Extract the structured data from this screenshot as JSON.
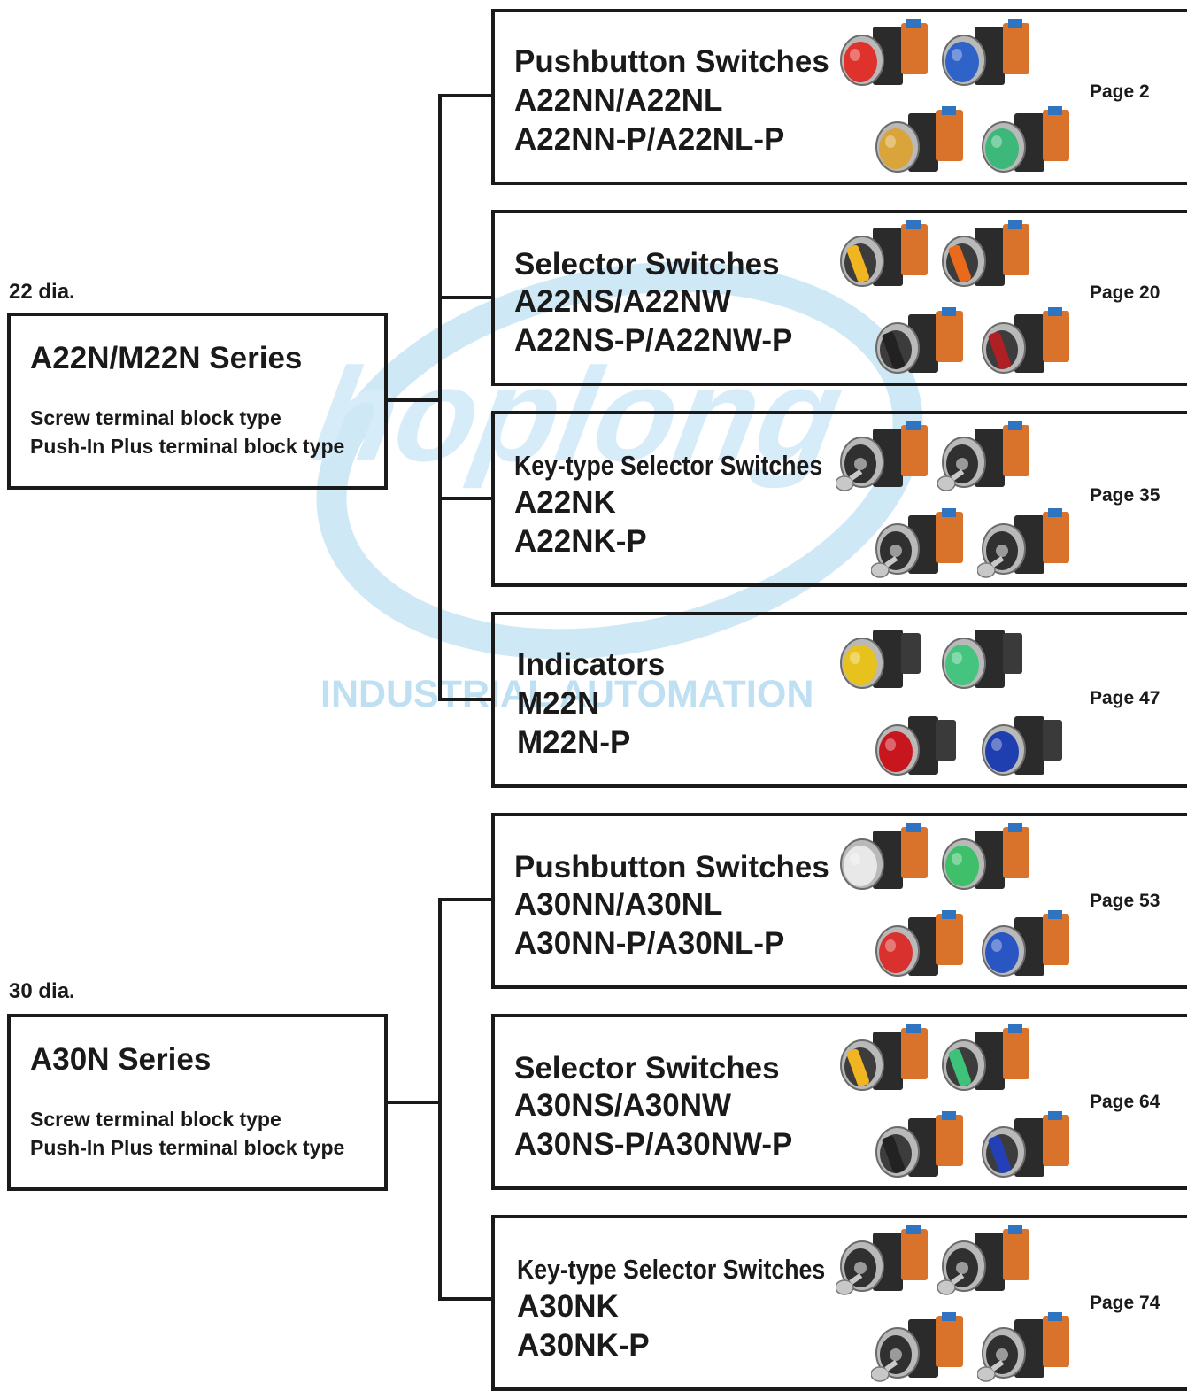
{
  "watermark": {
    "logo": "hoplong",
    "tagline": "INDUSTRIAL AUTOMATION"
  },
  "groups": [
    {
      "dia_label": "22 dia.",
      "series": {
        "title": "A22N/M22N Series",
        "line1": "Screw terminal block type",
        "line2": "Push-In Plus terminal block type"
      },
      "products": [
        {
          "name": "Pushbutton Switches",
          "model1": "A22NN/A22NL",
          "model2": "A22NN-P/A22NL-P",
          "page": "Page 2",
          "images": [
            "pushbutton-red-icon",
            "pushbutton-blue-icon",
            "pushbutton-yellow-icon",
            "pushbutton-green-icon"
          ],
          "colors": [
            "#e0322c",
            "#2f63c8",
            "#d9a53a",
            "#3db87a"
          ]
        },
        {
          "name": "Selector Switches",
          "model1": "A22NS/A22NW",
          "model2": "A22NS-P/A22NW-P",
          "page": "Page 20",
          "images": [
            "selector-yellow-icon",
            "selector-orange-icon",
            "selector-black-icon",
            "selector-red-icon"
          ],
          "colors": [
            "#f0b521",
            "#e86a1a",
            "#222222",
            "#b01f24"
          ]
        },
        {
          "name": "Key-type Selector Switches",
          "model1": "A22NK",
          "model2": "A22NK-P",
          "page": "Page 35",
          "images": [
            "key-selector-icon",
            "key-selector-icon",
            "key-selector-icon",
            "key-selector-icon"
          ],
          "colors": [
            "#333333",
            "#333333",
            "#333333",
            "#333333"
          ]
        },
        {
          "name": "Indicators",
          "model1": "M22N",
          "model2": "M22N-P",
          "page": "Page 47",
          "images": [
            "indicator-yellow-icon",
            "indicator-green-icon",
            "indicator-red-icon",
            "indicator-blue-icon"
          ],
          "colors": [
            "#e8c21c",
            "#44c47e",
            "#c8161e",
            "#1f3fb0"
          ]
        }
      ]
    },
    {
      "dia_label": "30 dia.",
      "series": {
        "title": "A30N Series",
        "line1": "Screw terminal block type",
        "line2": "Push-In Plus terminal block type"
      },
      "products": [
        {
          "name": "Pushbutton Switches",
          "model1": "A30NN/A30NL",
          "model2": "A30NN-P/A30NL-P",
          "page": "Page 53",
          "images": [
            "pushbutton-white-icon",
            "pushbutton-green-icon",
            "pushbutton-red-icon",
            "pushbutton-blue-icon"
          ],
          "colors": [
            "#e8e8e8",
            "#3fbf6a",
            "#d9322e",
            "#2a56c4"
          ]
        },
        {
          "name": "Selector Switches",
          "model1": "A30NS/A30NW",
          "model2": "A30NS-P/A30NW-P",
          "page": "Page 64",
          "images": [
            "selector-yellow-icon",
            "selector-green-icon",
            "selector-black-icon",
            "selector-blue-icon"
          ],
          "colors": [
            "#f0b521",
            "#3ec27a",
            "#222222",
            "#2440b8"
          ]
        },
        {
          "name": "Key-type Selector Switches",
          "model1": "A30NK",
          "model2": "A30NK-P",
          "page": "Page 74",
          "images": [
            "key-selector-icon",
            "key-selector-icon",
            "key-selector-icon",
            "key-selector-icon"
          ],
          "colors": [
            "#333333",
            "#333333",
            "#333333",
            "#333333"
          ]
        }
      ]
    }
  ]
}
